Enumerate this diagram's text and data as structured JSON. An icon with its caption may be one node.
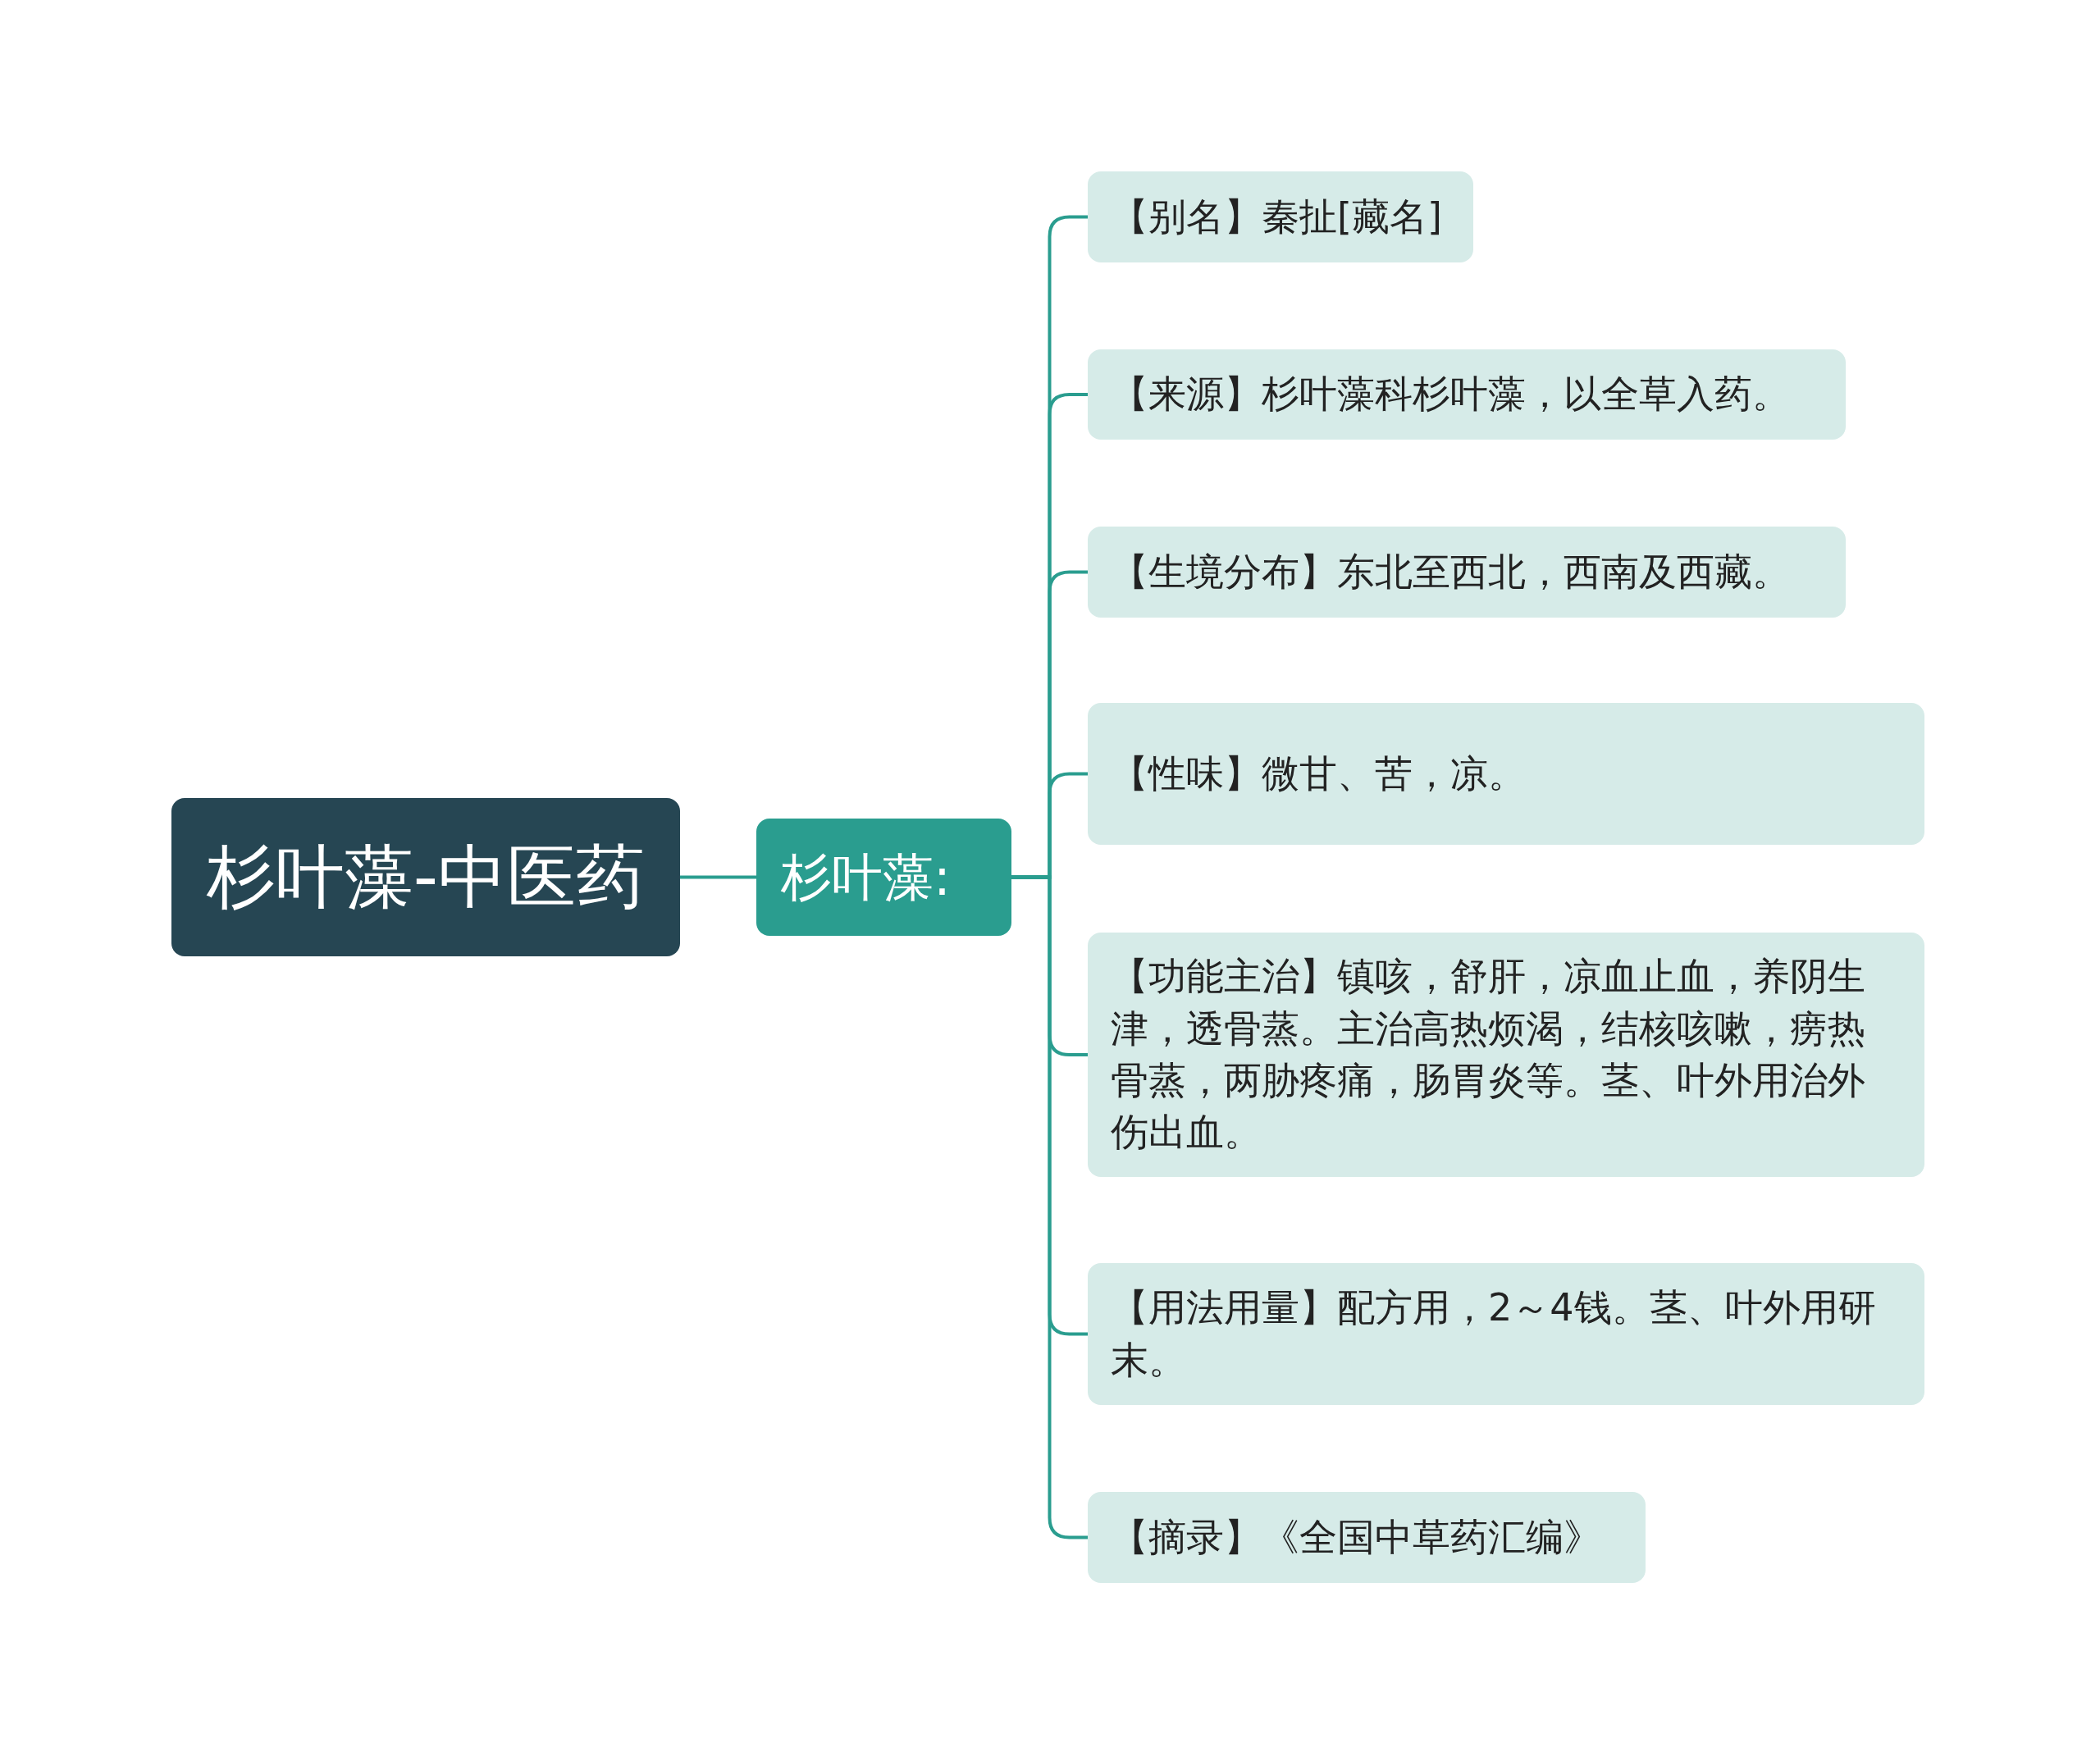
{
  "diagram": {
    "nodes": [
      {
        "text": [
          "杉叶藻-中医药"
        ]
      },
      {
        "text": [
          "杉叶藻:"
        ]
      },
      {
        "text": [
          "【别名】秦扯[藏名]"
        ]
      },
      {
        "text": [
          "【来源】杉叶藻科杉叶藻，以全草入药。"
        ]
      },
      {
        "text": [
          "【生境分布】东北至西北，西南及西藏。"
        ]
      },
      {
        "text": [
          "【性味】微甘、苦，凉。"
        ]
      },
      {
        "text": [
          "【功能主治】镇咳，舒肝，凉血止血，养阴生津，透骨蒸。主治高热烦渴，结核咳嗽，痨热骨蒸，两胁疼痛，肠胃炎等。茎、叶外用治外伤出血。"
        ]
      },
      {
        "text": [
          "【用法用量】配方用，2～4钱。茎、叶外用研末。"
        ]
      },
      {
        "text": [
          "【摘录】《全国中草药汇编》"
        ]
      }
    ],
    "edges": [
      {
        "from": 0,
        "to": 1,
        "arrow": "none"
      },
      {
        "from": 1,
        "to": 2,
        "arrow": "none"
      },
      {
        "from": 1,
        "to": 3,
        "arrow": "none"
      },
      {
        "from": 1,
        "to": 4,
        "arrow": "none"
      },
      {
        "from": 1,
        "to": 5,
        "arrow": "none"
      },
      {
        "from": 1,
        "to": 6,
        "arrow": "none"
      },
      {
        "from": 1,
        "to": 7,
        "arrow": "none"
      },
      {
        "from": 1,
        "to": 8,
        "arrow": "none"
      }
    ]
  }
}
